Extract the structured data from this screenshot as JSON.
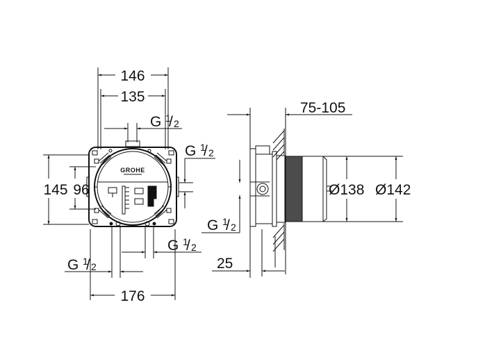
{
  "drawing": {
    "type": "technical dimension drawing",
    "front_view": {
      "logo": "GROHE",
      "dimensions": {
        "width_outer": "146",
        "width_inner": "135",
        "height_outer": "145",
        "height_inner": "96",
        "bottom_width": "176"
      },
      "thread_labels": {
        "top": {
          "base": "G",
          "num": "1",
          "den": "2"
        },
        "right": {
          "base": "G",
          "num": "1",
          "den": "2"
        },
        "bottom_right": {
          "base": "G",
          "num": "1",
          "den": "2"
        },
        "bottom_left": {
          "base": "G",
          "num": "1",
          "den": "2"
        }
      }
    },
    "side_view": {
      "dimensions": {
        "depth_range": "75-105",
        "depth_offset": "25",
        "diameter_inner": "Ø138",
        "diameter_outer": "Ø142"
      },
      "thread_labels": {
        "left": {
          "base": "G",
          "num": "1",
          "den": "2"
        }
      }
    }
  }
}
